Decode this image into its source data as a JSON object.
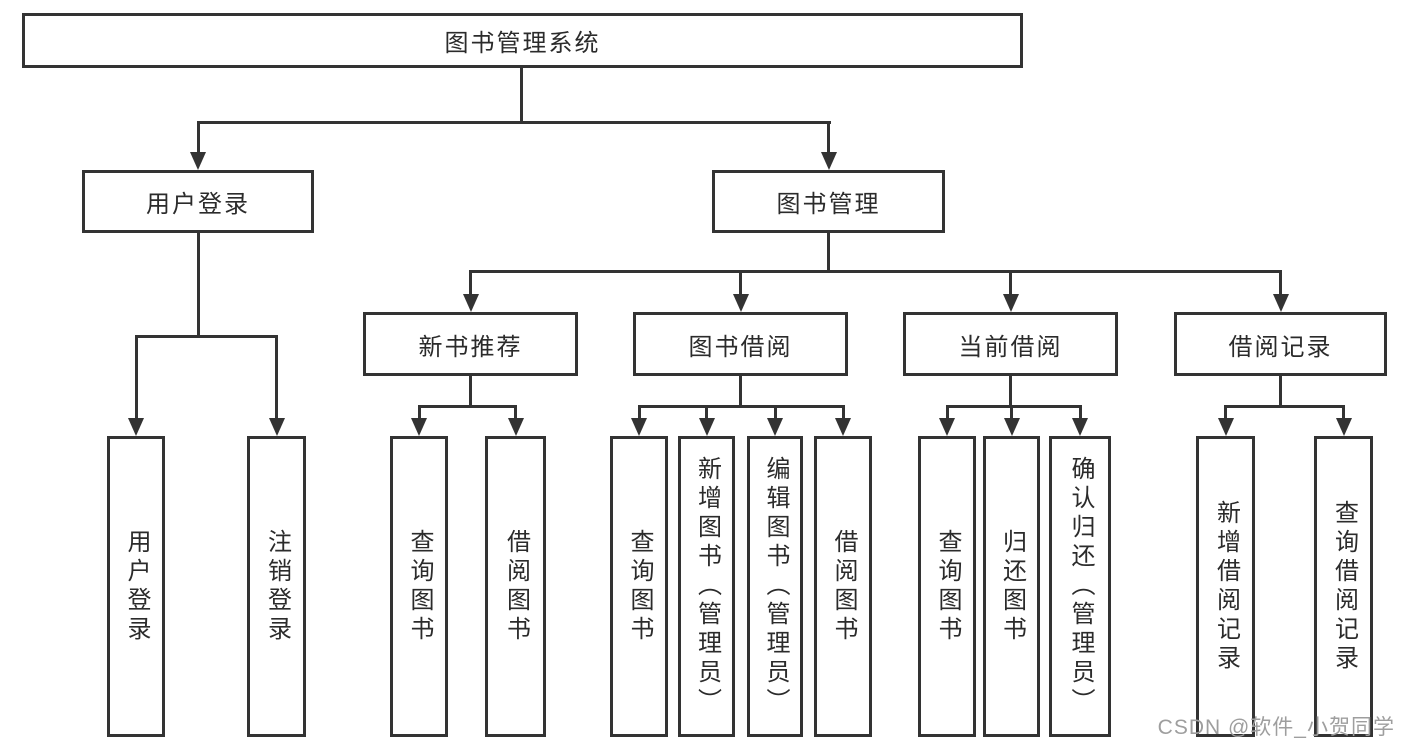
{
  "diagram": {
    "root_label": "图书管理系统",
    "level2": [
      "用户登录",
      "图书管理"
    ],
    "level3": [
      "新书推荐",
      "图书借阅",
      "当前借阅",
      "借阅记录"
    ],
    "leaves": {
      "user_login": [
        "用户登录",
        "注销登录"
      ],
      "new_books": [
        "查询图书",
        "借阅图书"
      ],
      "book_borrow": [
        "查询图书",
        "新增图书（管理员）",
        "编辑图书（管理员）",
        "借阅图书"
      ],
      "current_borrow": [
        "查询图书",
        "归还图书",
        "确认归还（管理员）"
      ],
      "borrow_records": [
        "新增借阅记录",
        "查询借阅记录"
      ]
    },
    "watermark": "CSDN @软件_小贺同学",
    "colors": {
      "line": "#333333",
      "text": "#2b2b2b",
      "watermark": "#9e9e9e",
      "background": "#ffffff"
    }
  }
}
